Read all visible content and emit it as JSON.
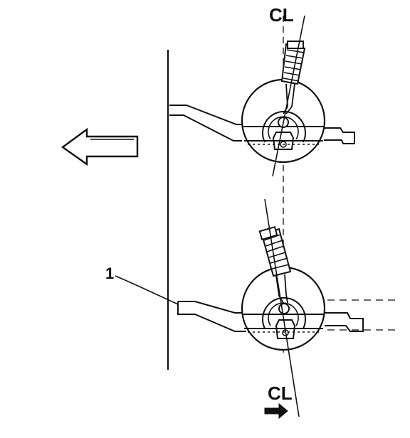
{
  "labels": {
    "centerline_top": "CL",
    "centerline_bottom": "CL",
    "callout_1": "1"
  },
  "arrows": {
    "large": "arrow-left-icon",
    "small": "arrow-right-icon"
  },
  "colors": {
    "ink": "#111111",
    "paper": "#ffffff"
  }
}
